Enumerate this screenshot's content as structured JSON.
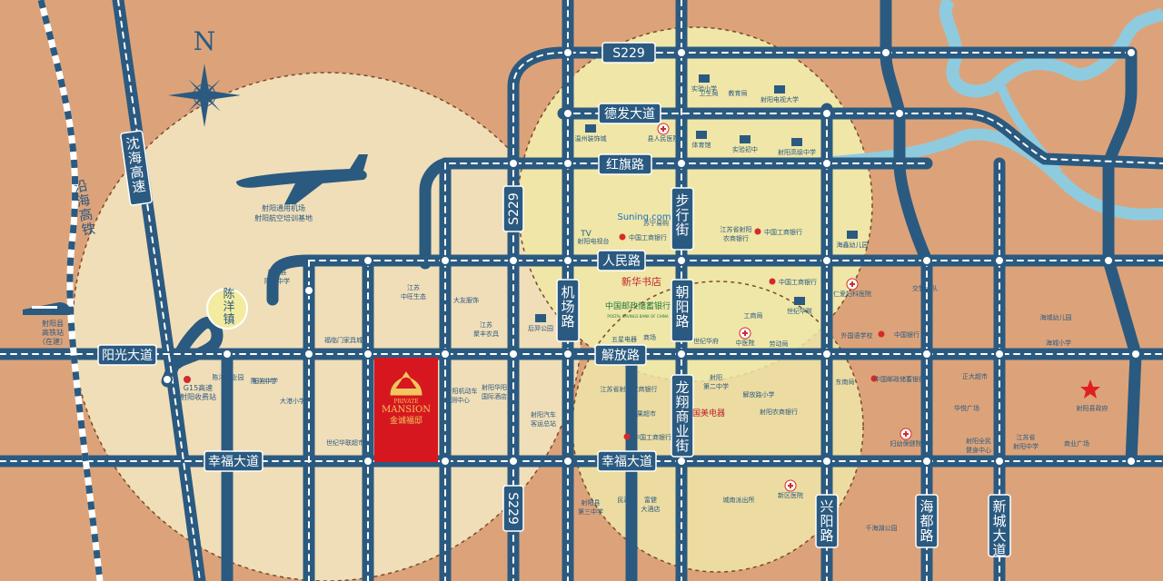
{
  "compass": {
    "label": "N"
  },
  "colors": {
    "background": "#dca37a",
    "road": "#2b5a80",
    "road_center": "#ffffff",
    "zone_circle": "#f0deb8",
    "inner_circle": "#efe6a8",
    "river": "#8fcbdf",
    "project_block": "#d7171f",
    "hospital": "#d42a2a",
    "government_star": "#e02020"
  },
  "roads": {
    "s229_top": "S229",
    "defa": "德发大道",
    "hongqi": "红旗路",
    "s229_mid": "S229",
    "buxing": "步行街",
    "renmin": "人民路",
    "jichang": "机场路",
    "chaoyang": "朝阳路",
    "jiefang": "解放路",
    "yangguang": "阳光大道",
    "longxiang": "龙翔商业街",
    "xingfu": "幸福大道",
    "s229_bottom": "S229",
    "xingyang": "兴阳路",
    "haidu": "海都路",
    "xincheng": "新城大道",
    "shenhai": "沈海高速",
    "yanhai_rail": "沿海高铁",
    "chenyang": "陈洋镇"
  },
  "project": {
    "brand_en_small": "PRIVATE",
    "brand_en": "MANSION",
    "brand_cn": "金诚福邸"
  },
  "pois": {
    "airport": [
      "射阳通用机场",
      "射阳航空培训基地"
    ],
    "rail_station": [
      "射阳县",
      "高铁站",
      "（在建）"
    ],
    "toll": [
      "G15高速",
      "射阳收费站"
    ],
    "shiyan": "实验小学",
    "weisheng": "卫生局",
    "jiaoyu": "教育局",
    "dianda": "射阳电视大学",
    "wenzhou": "温州装饰城",
    "renmin_hosp": "县人民医院",
    "tiyu": "体育馆",
    "shiyan_zhong": "实验初中",
    "gaozhong": "射阳高级中学",
    "tv_logo": "TV",
    "tv_tower": "射阳电视台",
    "suning_logo": "Suning.com",
    "suning_sub": "苏宁易购",
    "icbc1": "中国工商银行",
    "nongshang": [
      "江苏省射阳",
      "农商银行"
    ],
    "icbc2": "中国工商银行",
    "haixin": "海鑫幼儿园",
    "xinhua": "新华书店",
    "postal": "中国邮政储蓄银行",
    "postal_en": "POSTAL SAVINGS BANK OF CHINA",
    "houyi": "后羿公园",
    "wutang": "五星电器",
    "shangchang": "商场",
    "shiji_huafu": "世纪华府",
    "zhongyi": "中医院",
    "laodong": "劳动局",
    "gongshang": "工商局",
    "shiji_lianhua": "世纪华联",
    "icbc3": "中国工商银行",
    "renai": "仁爱妇科医院",
    "jiaojing": "交警大队",
    "waiguoyu": "外国语学校",
    "boc": "中国银行",
    "haicheng": "海城幼儿园",
    "haibin": "海城小学",
    "fulin": "福临门家具城",
    "yangguang_school": "阳光中学",
    "chenyang_mid": [
      "射阳县",
      "陈洋中学"
    ],
    "chenyang_zone": "陈洋创业园",
    "chenyang_zhong": "陈洋中学",
    "jiangsu_eco": [
      "江苏",
      "中旺生态"
    ],
    "dayou": "大友服饰",
    "jiangsu_jiuhe": [
      "江苏",
      "聚丰农具"
    ],
    "jidongche": [
      "射阳机动车",
      "检测中心"
    ],
    "huafu_hotel": [
      "射阳华阳",
      "国际酒店"
    ],
    "bus_station": [
      "射阳汽车",
      "客运总站"
    ],
    "nongshang2": "江苏省射阳农商银行",
    "suguo": "苏果超市",
    "icbc4": "中国工商银行",
    "dier_zhong": [
      "射阳",
      "第二中学"
    ],
    "gomei": "国美电器",
    "jiefang_school": "解放路小学",
    "rongshu": "射阳农商银行",
    "zhongyou": "中国邮政储蓄银行",
    "zhengda": "正大超市",
    "huaxin": "华悦广场",
    "dongnan": "东南局",
    "fuyou": "妇幼保健院",
    "quanmin": [
      "射阳全民",
      "健身中心"
    ],
    "jiangsu_zhong": [
      "江苏省",
      "射阳中学"
    ],
    "shangye": "商业广场",
    "xian_gov": "射阳县政府",
    "shiji_lianhe": "世纪华联超市",
    "dahu": "大港小学",
    "yangguang_hs": "阳光中学",
    "shezhong": [
      "射阳县",
      "第三中学"
    ],
    "minzheng": "民政局",
    "fujian": [
      "富健",
      "大酒店"
    ],
    "chengnan": "城南派出所",
    "xinqu": "新区医院",
    "qianhai": "千海湖公园"
  }
}
